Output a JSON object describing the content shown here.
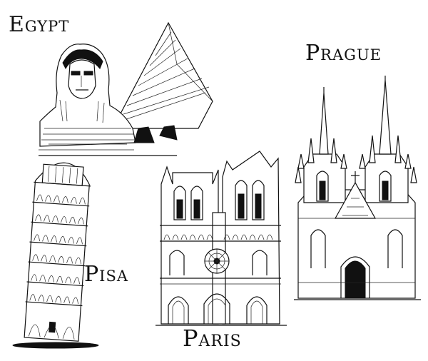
{
  "labels": {
    "egypt": "Egypt",
    "prague": "Prague",
    "pisa": "Pisa",
    "paris": "Paris"
  },
  "colors": {
    "ink": "#111111",
    "paper": "#ffffff"
  },
  "illustrations": [
    "sphinx-and-pyramid-sketch",
    "tyn-church-sketch",
    "leaning-tower-sketch",
    "notre-dame-sketch"
  ]
}
